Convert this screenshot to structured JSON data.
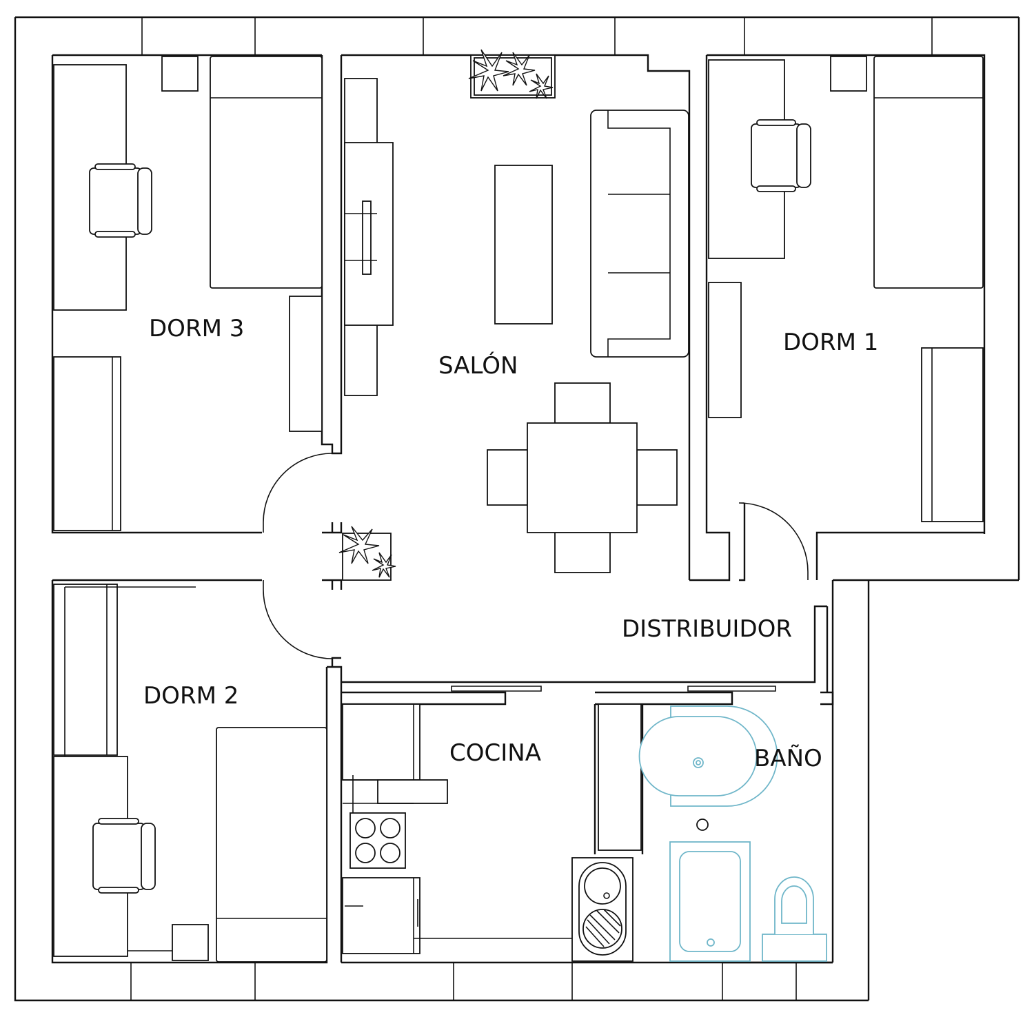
{
  "rooms": {
    "dorm3": "DORM 3",
    "salon": "SALÓN",
    "dorm1": "DORM 1",
    "distribuidor": "DISTRIBUIDOR",
    "dorm2": "DORM 2",
    "cocina": "COCINA",
    "bano": "BAÑO"
  },
  "colors": {
    "line": "#111111",
    "fixture": "#6fb6c9",
    "background": "#ffffff"
  }
}
